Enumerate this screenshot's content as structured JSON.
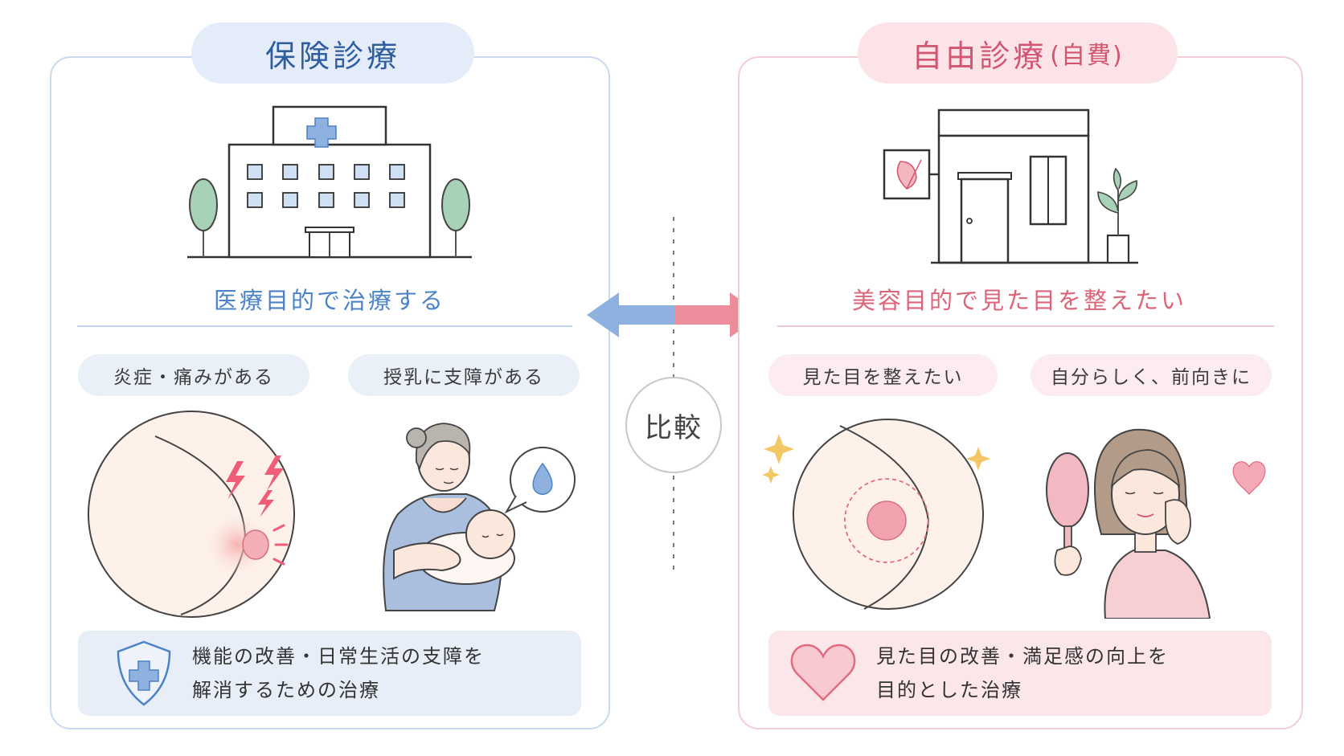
{
  "left": {
    "title": "保険診療",
    "purpose": "医療目的で治療する",
    "tags": [
      "炎症・痛みがある",
      "授乳に支障がある"
    ],
    "summary": [
      "機能の改善・日常生活の支障を",
      "解消するための治療"
    ],
    "accent": "#4c82c6"
  },
  "right": {
    "title": "自由診療",
    "title_sub": "(自費)",
    "purpose": "美容目的で見た目を整えたい",
    "tags": [
      "見た目を整えたい",
      "自分らしく、前向きに"
    ],
    "summary": [
      "見た目の改善・満足感の向上を",
      "目的とした治療"
    ],
    "accent": "#dc6479"
  },
  "center": {
    "label": "比較"
  },
  "icons": {
    "left_building": "hospital-icon",
    "right_building": "clinic-icon",
    "left_summary": "shield-cross-icon",
    "right_summary": "heart-icon"
  }
}
